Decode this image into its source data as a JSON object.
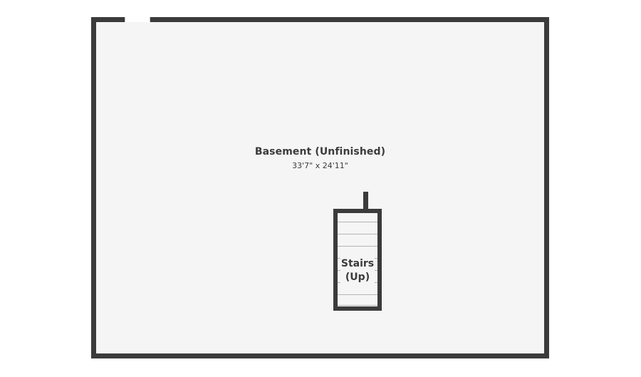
{
  "room": {
    "name": "Basement (Unfinished)",
    "dimensions": "33'7\" x 24'11\""
  },
  "stairs": {
    "line1": "Stairs",
    "line2": "(Up)"
  },
  "colors": {
    "wall": "#3b3b3b",
    "floor": "#f5f5f5",
    "tread": "#b5b5b5"
  }
}
